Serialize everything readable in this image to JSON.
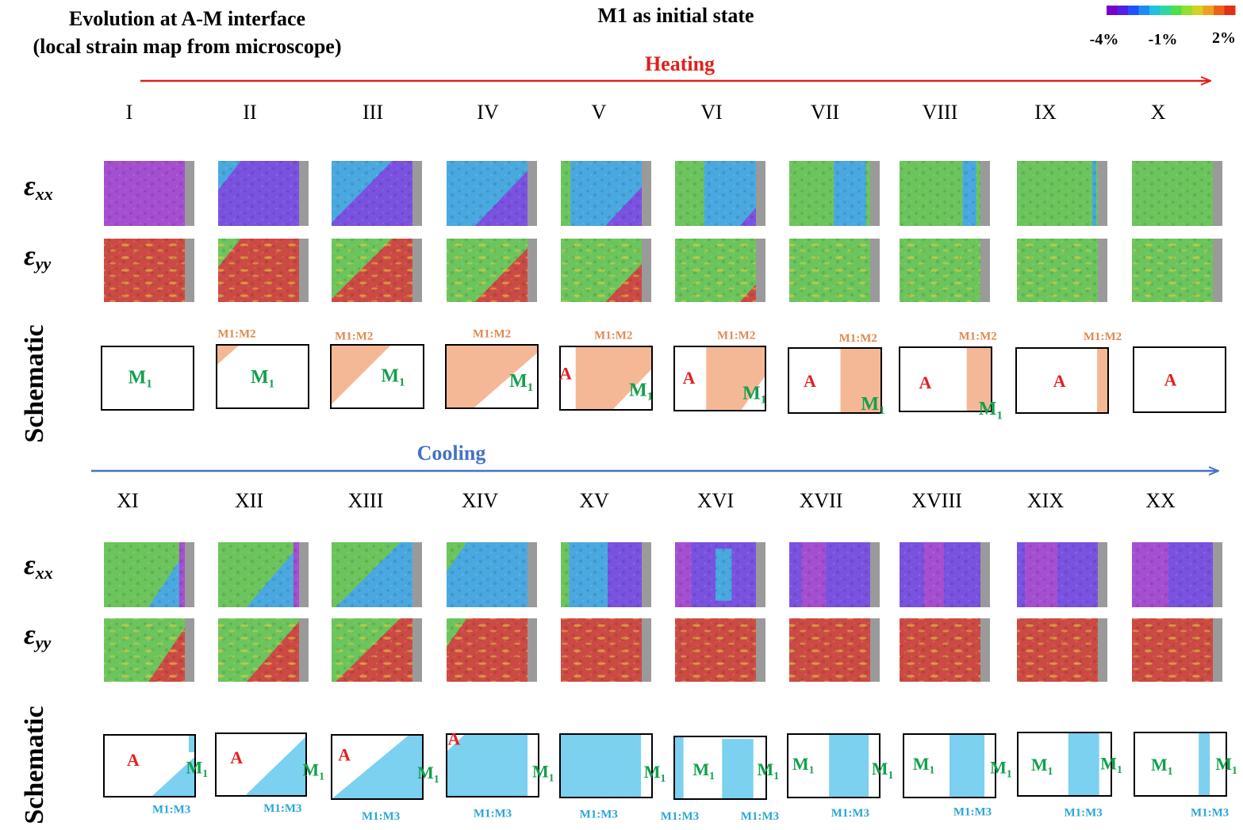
{
  "header": {
    "title_line1": "Evolution at A-M interface",
    "title_line2": "(local strain map from microscope)",
    "initial_state": "M1 as initial state"
  },
  "colorbar": {
    "colors": [
      "#7b00c8",
      "#5020e8",
      "#2050ff",
      "#1e8cf0",
      "#22c0e0",
      "#30d6a0",
      "#4ee04a",
      "#90e030",
      "#d6d020",
      "#f0a020",
      "#f06018",
      "#e03018"
    ],
    "tick_labels": [
      "-4%",
      "-1%",
      "2%"
    ]
  },
  "heating": {
    "label": "Heating",
    "color": "#e0201a",
    "stages": [
      "I",
      "II",
      "III",
      "IV",
      "V",
      "VI",
      "VII",
      "VIII",
      "IX",
      "X"
    ]
  },
  "cooling": {
    "label": "Cooling",
    "color": "#4472c4",
    "stages": [
      "XI",
      "XII",
      "XIII",
      "XIV",
      "XV",
      "XVI",
      "XVII",
      "XVIII",
      "XIX",
      "XX"
    ]
  },
  "row_labels": {
    "exx": "ε",
    "exx_sub": "xx",
    "eyy": "ε",
    "eyy_sub": "yy",
    "schematic": "Schematic"
  },
  "colors": {
    "orange_domain": "#f5b896",
    "blue_domain": "#7cd0f0",
    "austenite_text": "#e02020",
    "m1_text": "#12a04c",
    "m1m2_text": "#e08a50",
    "m1m3_text": "#2aa6d8",
    "strain_purple": "#a44fd0",
    "strain_blue_purple": "#7a52e0",
    "strain_blue": "#4aa8e0",
    "strain_green": "#6cc45c",
    "strain_red": "#cc4a44"
  },
  "phase_labels": {
    "A": "A",
    "M1": "M",
    "M1_sub": "1",
    "M1M2": "M1:M2",
    "M1M3": "M1:M3"
  }
}
